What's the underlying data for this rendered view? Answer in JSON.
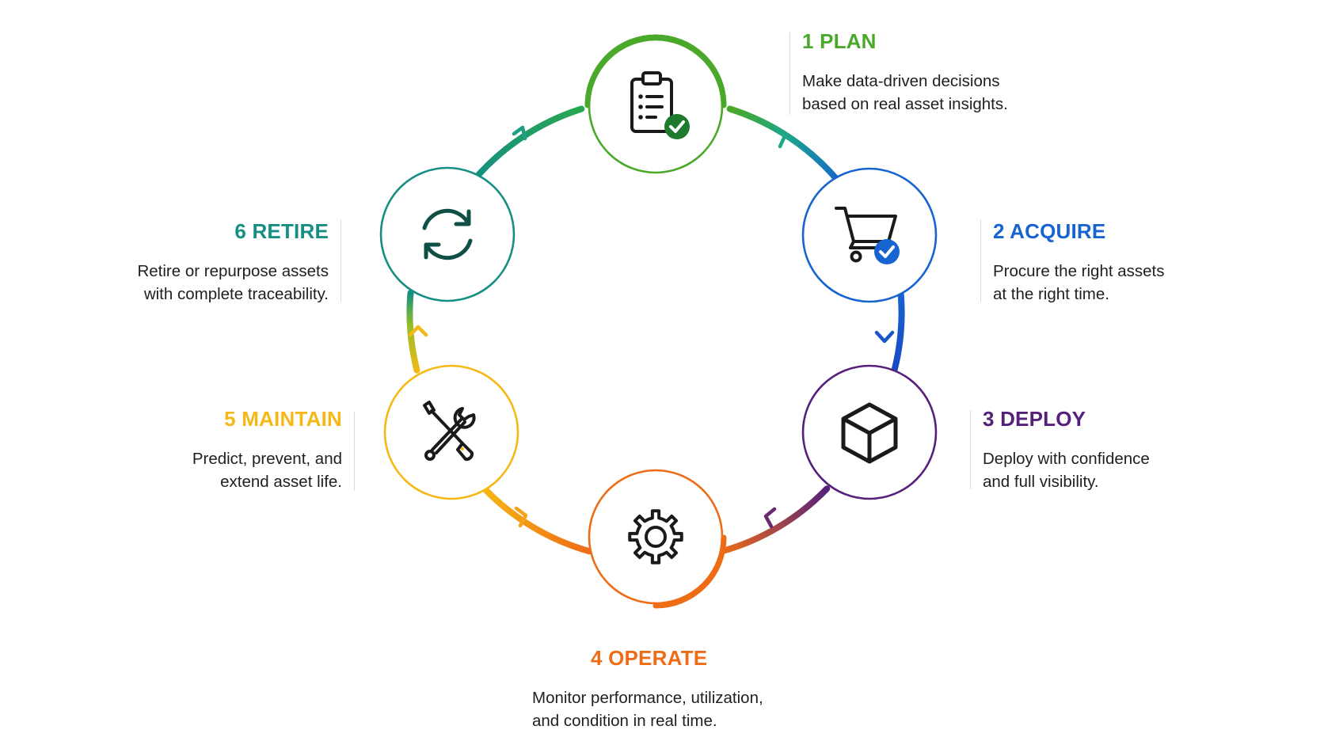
{
  "colors": {
    "plan": "#4aa82a",
    "acquire": "#1763cf",
    "deploy": "#55207c",
    "operate": "#ef6c16",
    "maintain": "#f5b815",
    "retire": "#158f82"
  },
  "stages": [
    {
      "key": "plan",
      "title": "1 PLAN",
      "desc_lines": [
        "Make data-driven decisions",
        "based on real asset insights."
      ],
      "icon": "clipboard-check-icon"
    },
    {
      "key": "acquire",
      "title": "2 ACQUIRE",
      "desc_lines": [
        "Procure the right assets",
        "at the right time."
      ],
      "icon": "shopping-cart-check-icon"
    },
    {
      "key": "deploy",
      "title": "3 DEPLOY",
      "desc_lines": [
        "Deploy with confidence",
        "and full visibility."
      ],
      "icon": "cube-icon"
    },
    {
      "key": "operate",
      "title": "4 OPERATE",
      "desc_lines": [
        "Monitor performance, utilization,",
        "and condition in real time."
      ],
      "icon": "gear-icon"
    },
    {
      "key": "maintain",
      "title": "5 MAINTAIN",
      "desc_lines": [
        "Predict, prevent, and",
        "extend asset life."
      ],
      "icon": "wrench-screwdriver-icon"
    },
    {
      "key": "retire",
      "title": "6 RETIRE",
      "desc_lines": [
        "Retire or repurpose assets",
        "with complete traceability."
      ],
      "icon": "refresh-cycle-icon"
    }
  ]
}
